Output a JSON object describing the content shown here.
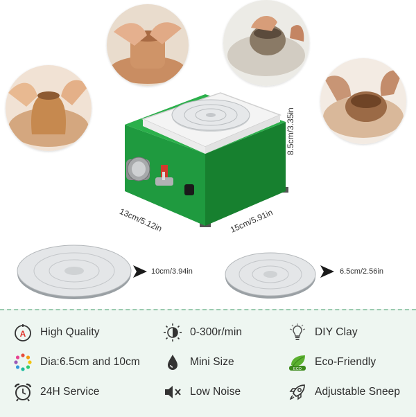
{
  "dimensions": {
    "height": "8.5cm/3.35in",
    "depth": "13cm/5.12in",
    "width": "15cm/5.91in"
  },
  "discs": {
    "large_label": "10cm/3.94in",
    "small_label": "6.5cm/2.56in"
  },
  "features": [
    {
      "icon": "quality-badge-icon",
      "label": "High Quality"
    },
    {
      "icon": "speed-dial-icon",
      "label": "0-300r/min"
    },
    {
      "icon": "lightbulb-icon",
      "label": "DIY Clay"
    },
    {
      "icon": "color-wheel-icon",
      "label": "Dia:6.5cm and 10cm"
    },
    {
      "icon": "droplet-icon",
      "label": "Mini Size"
    },
    {
      "icon": "eco-leaf-icon",
      "label": "Eco-Friendly"
    },
    {
      "icon": "alarm-clock-icon",
      "label": "24H Service"
    },
    {
      "icon": "mute-speaker-icon",
      "label": "Low Noise"
    },
    {
      "icon": "rocket-icon",
      "label": "Adjustable Sneep"
    }
  ],
  "colors": {
    "machine_green": "#1f9a3f",
    "feature_bg": "#eef6f1",
    "clay": "#c8875a"
  }
}
